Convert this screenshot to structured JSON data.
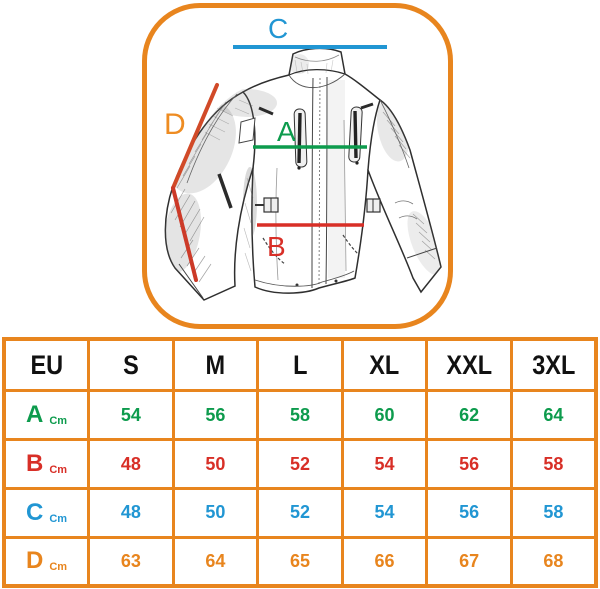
{
  "colors": {
    "orange": "#E8851E",
    "label_orange": "#EE8C22",
    "line_red_top": "#D14A28",
    "line_red_bottom": "#CC3A28",
    "blue": "#2196D3",
    "green": "#0D9B4D",
    "red": "#D82F27",
    "header_text": "#111111"
  },
  "diagram": {
    "labels": {
      "a": "A",
      "b": "B",
      "c": "C",
      "d": "D"
    }
  },
  "table": {
    "headers": [
      "EU",
      "S",
      "M",
      "L",
      "XL",
      "XXL",
      "3XL"
    ],
    "rows": [
      {
        "label": "A",
        "unit": "Cm",
        "color": "green",
        "values": [
          54,
          56,
          58,
          60,
          62,
          64
        ]
      },
      {
        "label": "B",
        "unit": "Cm",
        "color": "red",
        "values": [
          48,
          50,
          52,
          54,
          56,
          58
        ]
      },
      {
        "label": "C",
        "unit": "Cm",
        "color": "blue",
        "values": [
          48,
          50,
          52,
          54,
          56,
          58
        ]
      },
      {
        "label": "D",
        "unit": "Cm",
        "color": "orange",
        "values": [
          63,
          64,
          65,
          66,
          67,
          68
        ]
      }
    ]
  }
}
